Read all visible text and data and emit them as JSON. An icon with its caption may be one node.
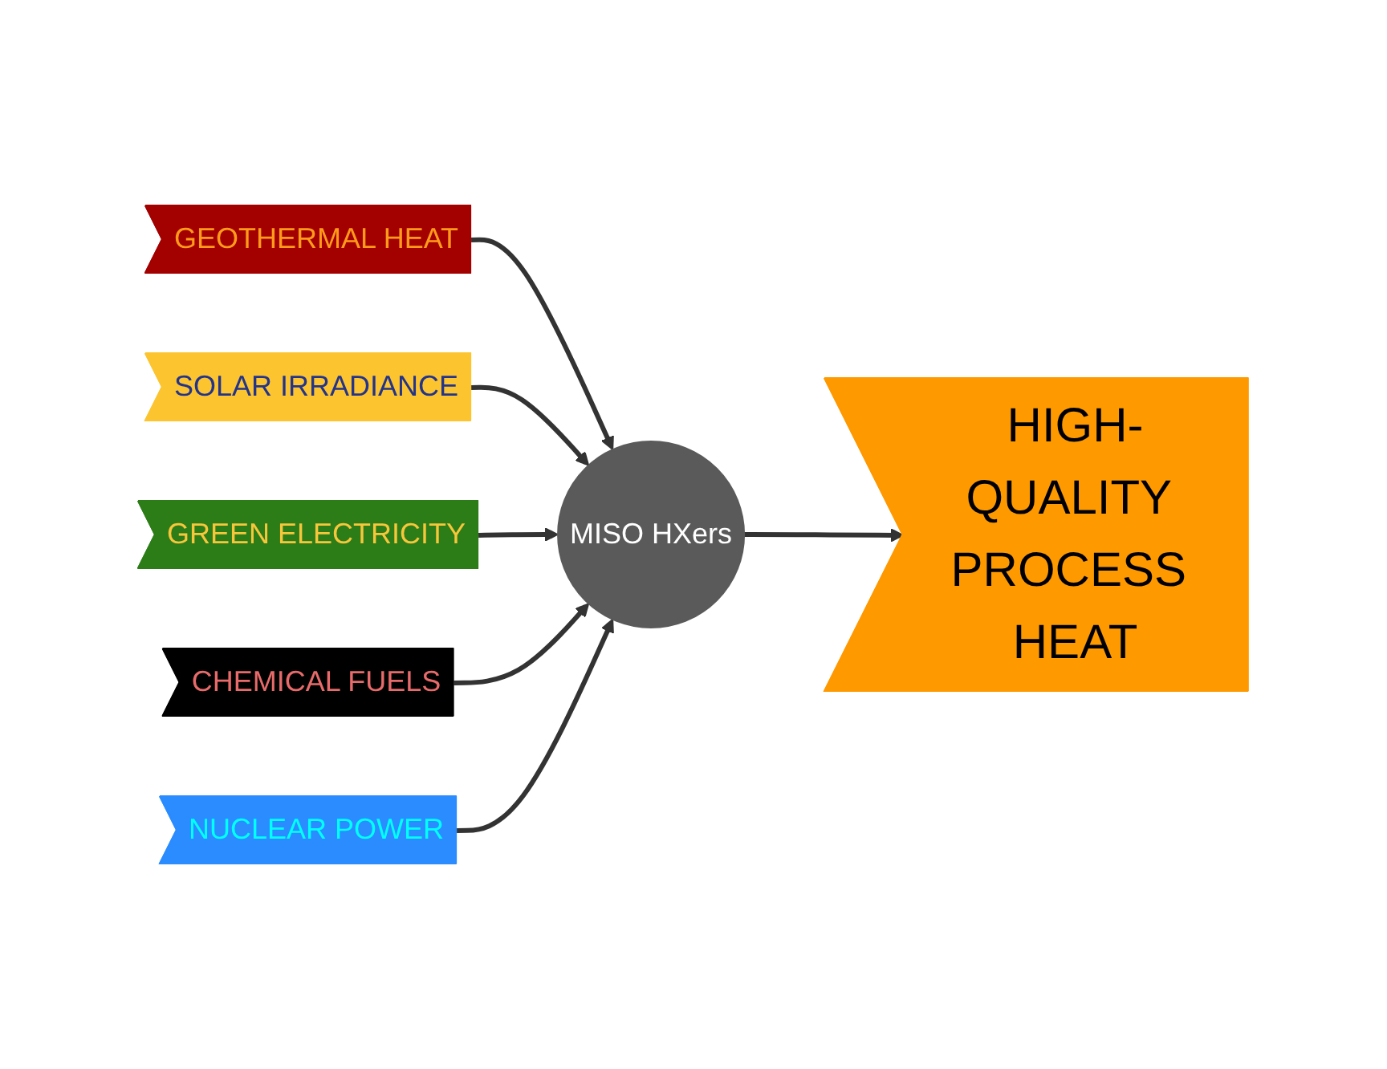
{
  "diagram": {
    "nodes": [
      {
        "text": [
          "GEOTHERMAL HEAT"
        ]
      },
      {
        "text": [
          "SOLAR IRRADIANCE"
        ]
      },
      {
        "text": [
          "GREEN ELECTRICITY"
        ]
      },
      {
        "text": [
          "CHEMICAL FUELS"
        ]
      },
      {
        "text": [
          "NUCLEAR POWER"
        ]
      },
      {
        "text": [
          "MISO HXers"
        ]
      },
      {
        "text": [
          "HIGH-QUALITY PROCESS HEAT"
        ]
      }
    ],
    "edges": [
      {
        "from": 0,
        "to": 5,
        "arrow": "to"
      },
      {
        "from": 1,
        "to": 5,
        "arrow": "to"
      },
      {
        "from": 2,
        "to": 5,
        "arrow": "to"
      },
      {
        "from": 3,
        "to": 5,
        "arrow": "to"
      },
      {
        "from": 4,
        "to": 5,
        "arrow": "to"
      },
      {
        "from": 5,
        "to": 6,
        "arrow": "to"
      }
    ]
  }
}
